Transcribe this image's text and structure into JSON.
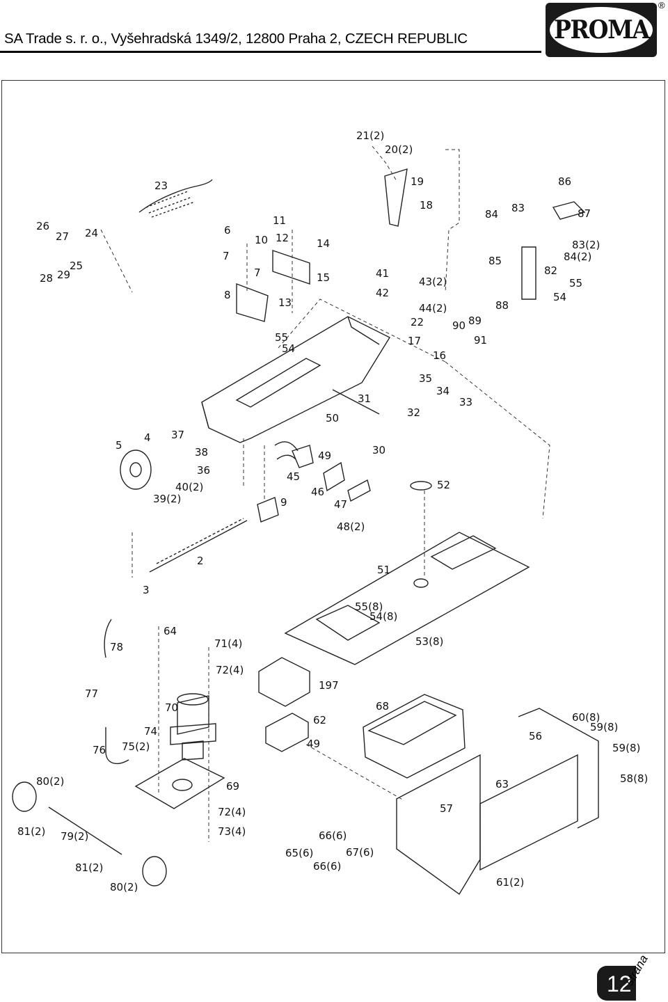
{
  "header": {
    "company_line": "SA Trade s. r. o., Vyšehradská 1349/2, 12800 Praha 2, CZECH REPUBLIC",
    "logo_text": "PROMA",
    "registered_mark": "®"
  },
  "page": {
    "number": "12",
    "word": "strana"
  },
  "part_labels": [
    "21(2)",
    "20(2)",
    "19",
    "18",
    "23",
    "26",
    "27",
    "24",
    "28",
    "29",
    "25",
    "6",
    "10",
    "7",
    "7",
    "8",
    "11",
    "12",
    "14",
    "13",
    "15",
    "84",
    "83",
    "86",
    "87",
    "85",
    "83(2)",
    "82",
    "84(2)",
    "55",
    "54",
    "88",
    "41",
    "42",
    "43(2)",
    "44(2)",
    "22",
    "90",
    "89",
    "91",
    "55",
    "54",
    "17",
    "16",
    "35",
    "34",
    "33",
    "31",
    "32",
    "50",
    "30",
    "5",
    "4",
    "37",
    "38",
    "36",
    "40(2)",
    "39(2)",
    "49",
    "45",
    "46",
    "47",
    "48(2)",
    "52",
    "9",
    "2",
    "3",
    "51",
    "55(8)",
    "54(8)",
    "53(8)",
    "78",
    "64",
    "71(4)",
    "72(4)",
    "197",
    "77",
    "70",
    "62",
    "49",
    "68",
    "60(8)",
    "59(8)",
    "56",
    "59(8)",
    "58(8)",
    "76",
    "75(2)",
    "74",
    "69",
    "72(4)",
    "73(4)",
    "80(2)",
    "81(2)",
    "79(2)",
    "81(2)",
    "80(2)",
    "65(6)",
    "66(6)",
    "66(6)",
    "67(6)",
    "63",
    "57",
    "61(2)"
  ]
}
